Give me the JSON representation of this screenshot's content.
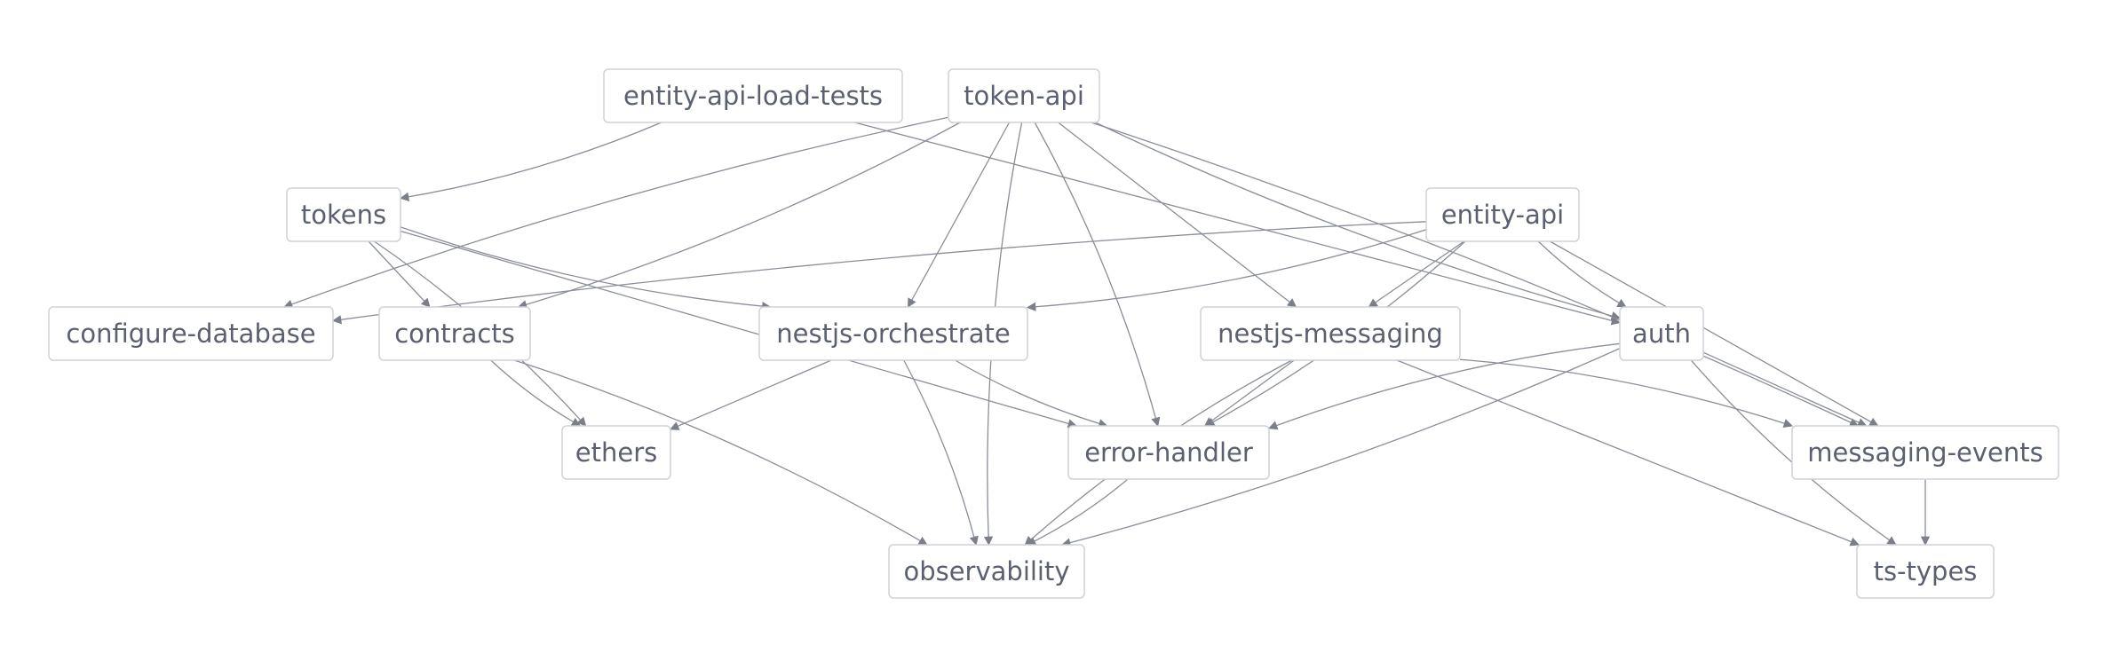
{
  "graph": {
    "nodes": [
      {
        "id": "entity-api-load-tests",
        "label": "entity-api-load-tests"
      },
      {
        "id": "token-api",
        "label": "token-api"
      },
      {
        "id": "tokens",
        "label": "tokens"
      },
      {
        "id": "entity-api",
        "label": "entity-api"
      },
      {
        "id": "configure-database",
        "label": "configure-database"
      },
      {
        "id": "contracts",
        "label": "contracts"
      },
      {
        "id": "nestjs-orchestrate",
        "label": "nestjs-orchestrate"
      },
      {
        "id": "nestjs-messaging",
        "label": "nestjs-messaging"
      },
      {
        "id": "auth",
        "label": "auth"
      },
      {
        "id": "ethers",
        "label": "ethers"
      },
      {
        "id": "error-handler",
        "label": "error-handler"
      },
      {
        "id": "messaging-events",
        "label": "messaging-events"
      },
      {
        "id": "observability",
        "label": "observability"
      },
      {
        "id": "ts-types",
        "label": "ts-types"
      }
    ],
    "edges": [
      {
        "from": "entity-api-load-tests",
        "to": "tokens"
      },
      {
        "from": "entity-api-load-tests",
        "to": "auth"
      },
      {
        "from": "token-api",
        "to": "configure-database"
      },
      {
        "from": "token-api",
        "to": "contracts"
      },
      {
        "from": "token-api",
        "to": "nestjs-orchestrate"
      },
      {
        "from": "token-api",
        "to": "observability"
      },
      {
        "from": "token-api",
        "to": "error-handler"
      },
      {
        "from": "token-api",
        "to": "nestjs-messaging"
      },
      {
        "from": "token-api",
        "to": "auth"
      },
      {
        "from": "token-api",
        "to": "messaging-events"
      },
      {
        "from": "tokens",
        "to": "contracts"
      },
      {
        "from": "tokens",
        "to": "nestjs-orchestrate"
      },
      {
        "from": "tokens",
        "to": "ethers"
      },
      {
        "from": "tokens",
        "to": "error-handler"
      },
      {
        "from": "entity-api",
        "to": "configure-database"
      },
      {
        "from": "entity-api",
        "to": "nestjs-orchestrate"
      },
      {
        "from": "entity-api",
        "to": "nestjs-messaging"
      },
      {
        "from": "entity-api",
        "to": "auth"
      },
      {
        "from": "entity-api",
        "to": "error-handler"
      },
      {
        "from": "entity-api",
        "to": "messaging-events"
      },
      {
        "from": "contracts",
        "to": "ethers"
      },
      {
        "from": "contracts",
        "to": "observability"
      },
      {
        "from": "nestjs-orchestrate",
        "to": "ethers"
      },
      {
        "from": "nestjs-orchestrate",
        "to": "error-handler"
      },
      {
        "from": "nestjs-orchestrate",
        "to": "observability"
      },
      {
        "from": "nestjs-messaging",
        "to": "error-handler"
      },
      {
        "from": "nestjs-messaging",
        "to": "observability"
      },
      {
        "from": "nestjs-messaging",
        "to": "messaging-events"
      },
      {
        "from": "nestjs-messaging",
        "to": "ts-types"
      },
      {
        "from": "auth",
        "to": "error-handler"
      },
      {
        "from": "auth",
        "to": "observability"
      },
      {
        "from": "auth",
        "to": "messaging-events"
      },
      {
        "from": "auth",
        "to": "ts-types"
      },
      {
        "from": "error-handler",
        "to": "observability"
      },
      {
        "from": "messaging-events",
        "to": "ts-types"
      }
    ]
  },
  "colors": {
    "edge": "#8a8e99",
    "node_border": "#cfd2d8",
    "node_text": "#5b6070",
    "background": "#ffffff"
  }
}
